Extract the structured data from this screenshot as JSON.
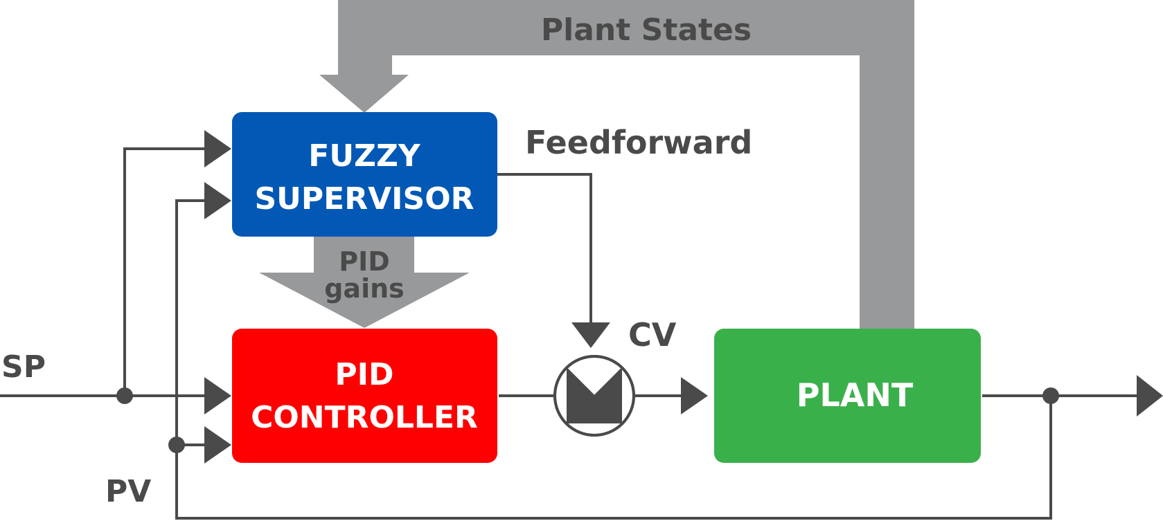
{
  "labels": {
    "plant_states": "Plant States",
    "feedforward": "Feedforward",
    "pid_gains_line1": "PID",
    "pid_gains_line2": "gains",
    "cv": "CV",
    "sp": "SP",
    "pv": "PV"
  },
  "blocks": {
    "fuzzy_line1": "FUZZY",
    "fuzzy_line2": "SUPERVISOR",
    "pid_line1": "PID",
    "pid_line2": "CONTROLLER",
    "plant": "PLANT"
  },
  "colors": {
    "fuzzy": "#0258b4",
    "pid": "#ff0000",
    "plant": "#3ab04b",
    "wide_arrow": "#97999b",
    "line": "#4a4a4a",
    "text": "#4a4a4a",
    "block_text": "#ffffff"
  }
}
